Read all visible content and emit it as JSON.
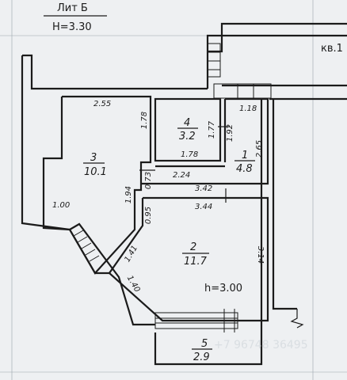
{
  "header": {
    "title": "Лит Б",
    "height": "H=3.30"
  },
  "apartment_label": "кв.1",
  "rooms": [
    {
      "number": "1",
      "area": "4.8"
    },
    {
      "number": "2",
      "area": "11.7"
    },
    {
      "number": "3",
      "area": "10.1"
    },
    {
      "number": "4",
      "area": "3.2"
    },
    {
      "number": "5",
      "area": "2.9"
    }
  ],
  "room2_height": "h=3.00",
  "dimensions": {
    "d2_55": "2.55",
    "d1_78a": "1.78",
    "d1_77": "1.77",
    "d1_78b": "1.78",
    "d1_18": "1.18",
    "d1_92": "1.92",
    "d2_65": "2.65",
    "d2_24": "2.24",
    "d0_73": "0.73",
    "d1_94": "1.94",
    "d3_42": "3.42",
    "d1_00": "1.00",
    "d3_44": "3.44",
    "d0_95": "0.95",
    "d1_41": "1.41",
    "d3_14": "3.14",
    "d1_40": "1.40"
  },
  "watermark": "+7 96748 36495"
}
